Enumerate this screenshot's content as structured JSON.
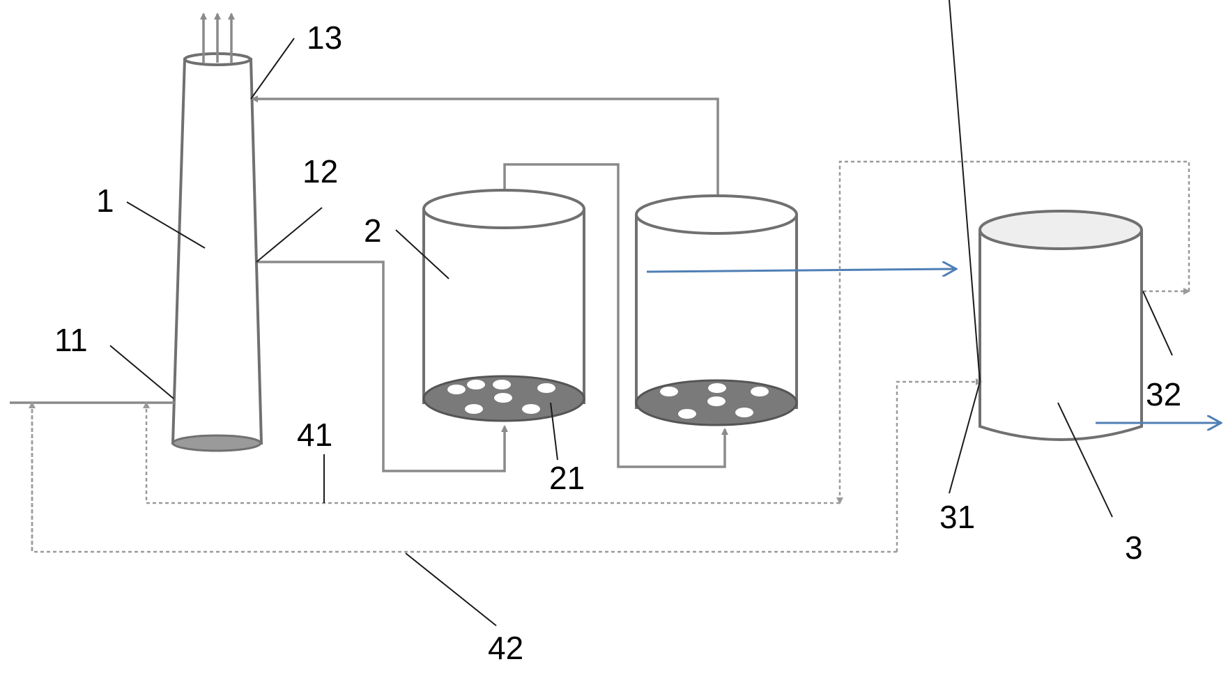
{
  "labels": {
    "tower": "1",
    "tower_inlet": "11",
    "tower_side_port": "12",
    "tower_top_port": "13",
    "absorber": "2",
    "bottom_distributor": "21",
    "separator": "3",
    "separator_inlet": "31",
    "separator_outlet": "32",
    "recycle_line_1": "41",
    "recycle_line_2": "42"
  },
  "colors": {
    "line_gray": "#8a8a8a",
    "dash_gray": "#9a9a9a",
    "flow_blue": "#4f7fb5",
    "plate_gray": "#7a7a7a"
  }
}
